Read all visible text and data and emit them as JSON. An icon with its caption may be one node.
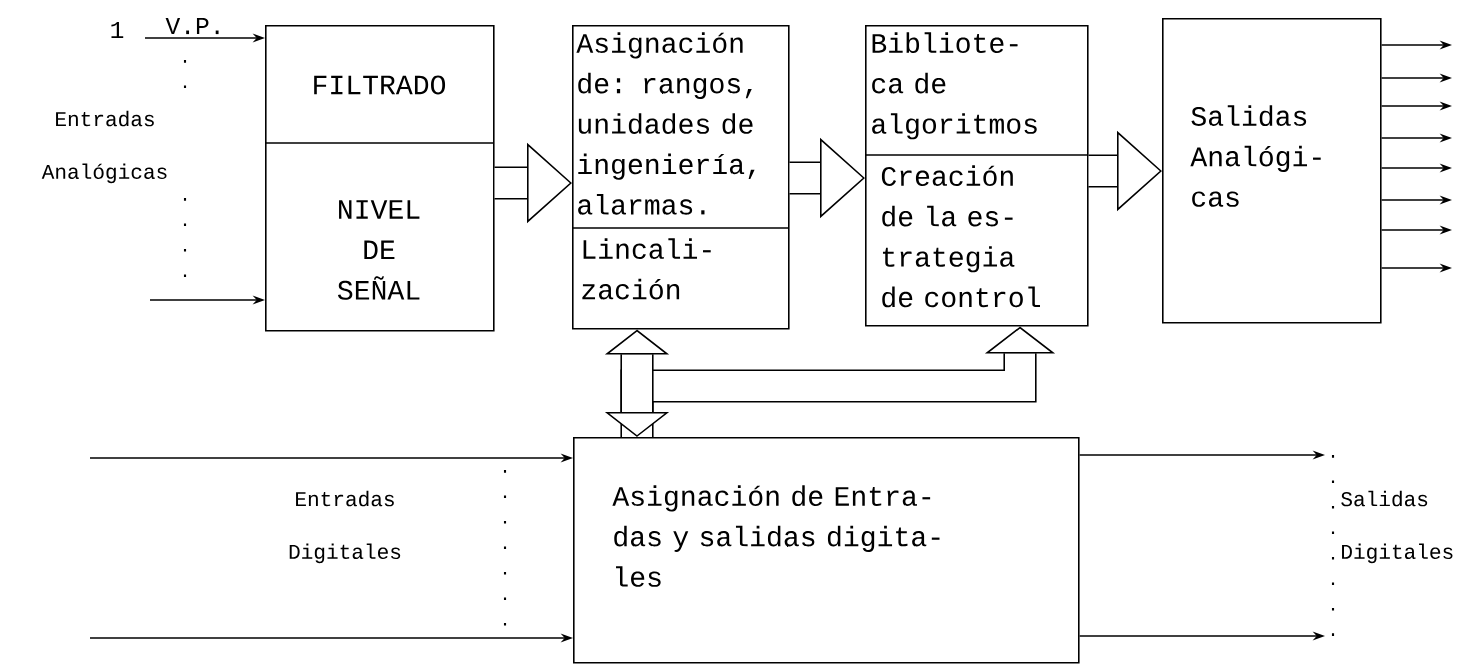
{
  "diagram": {
    "nodes": [
      {
        "text": [
          "FILTRADO",
          "NIVEL DE SEÑAL"
        ]
      },
      {
        "text": [
          "Asignación de: rangos, unidades de ingeniería, alarmas.",
          "Lincali- zación"
        ]
      },
      {
        "text": [
          "Bibliote- ca de algoritmos",
          "Creación de la es- trategia de control"
        ]
      },
      {
        "text": [
          "Salidas Analógi- cas"
        ]
      },
      {
        "text": [
          "Asignación de Entra- das y salidas digita- les"
        ]
      }
    ],
    "edges": [
      {
        "from": null,
        "to": 0,
        "arrow": "to"
      },
      {
        "from": null,
        "to": 0,
        "arrow": "to"
      },
      {
        "from": 0,
        "to": 1,
        "arrow": "to",
        "style": "thick"
      },
      {
        "from": 1,
        "to": 2,
        "arrow": "to",
        "style": "thick"
      },
      {
        "from": 2,
        "to": 3,
        "arrow": "to",
        "style": "thick"
      },
      {
        "from": 1,
        "to": 4,
        "arrow": "both",
        "style": "thick"
      },
      {
        "from": 4,
        "to": 2,
        "arrow": "to",
        "style": "thick"
      },
      {
        "from": 3,
        "to": null,
        "arrow": "to"
      },
      {
        "from": 3,
        "to": null,
        "arrow": "to"
      },
      {
        "from": 3,
        "to": null,
        "arrow": "to"
      },
      {
        "from": 3,
        "to": null,
        "arrow": "to"
      },
      {
        "from": 3,
        "to": null,
        "arrow": "to"
      },
      {
        "from": 3,
        "to": null,
        "arrow": "to"
      },
      {
        "from": 3,
        "to": null,
        "arrow": "to"
      },
      {
        "from": 3,
        "to": null,
        "arrow": "to"
      },
      {
        "from": null,
        "to": 4,
        "arrow": "to"
      },
      {
        "from": null,
        "to": 4,
        "arrow": "to"
      },
      {
        "from": 4,
        "to": null,
        "arrow": "to"
      },
      {
        "from": 4,
        "to": null,
        "arrow": "to"
      }
    ],
    "labels": [
      "1",
      "V.P.",
      "Entradas Analógicas",
      "Entradas Digitales",
      "Salidas Digitales"
    ]
  }
}
